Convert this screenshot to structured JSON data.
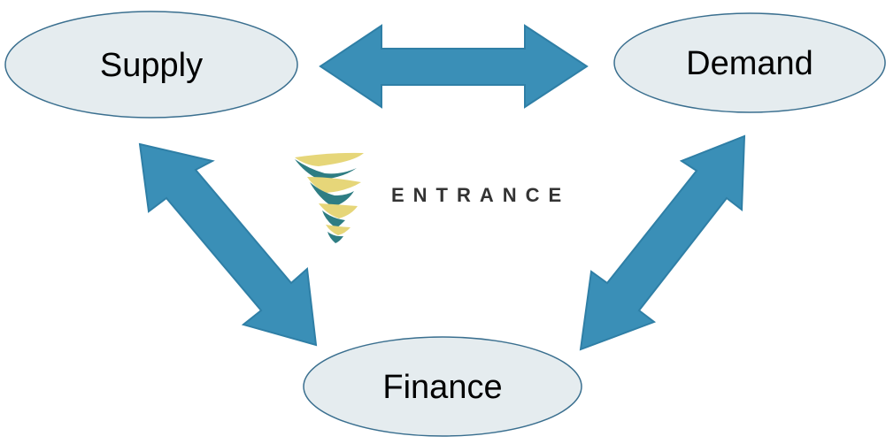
{
  "nodes": {
    "supply": {
      "label": "Supply"
    },
    "demand": {
      "label": "Demand"
    },
    "finance": {
      "label": "Finance"
    }
  },
  "logo": {
    "wordmark": "ENTRANCE"
  },
  "colors": {
    "arrow_fill": "#3a8fb7",
    "arrow_stroke": "#2f7fa6",
    "node_fill": "#e5ecef",
    "node_stroke": "#3a6f8f",
    "logo_yellow": "#e6d679",
    "logo_teal": "#2e7d83",
    "wordmark": "#333333"
  },
  "connections": [
    {
      "from": "supply",
      "to": "demand",
      "type": "bidirectional"
    },
    {
      "from": "supply",
      "to": "finance",
      "type": "bidirectional"
    },
    {
      "from": "demand",
      "to": "finance",
      "type": "bidirectional"
    }
  ]
}
